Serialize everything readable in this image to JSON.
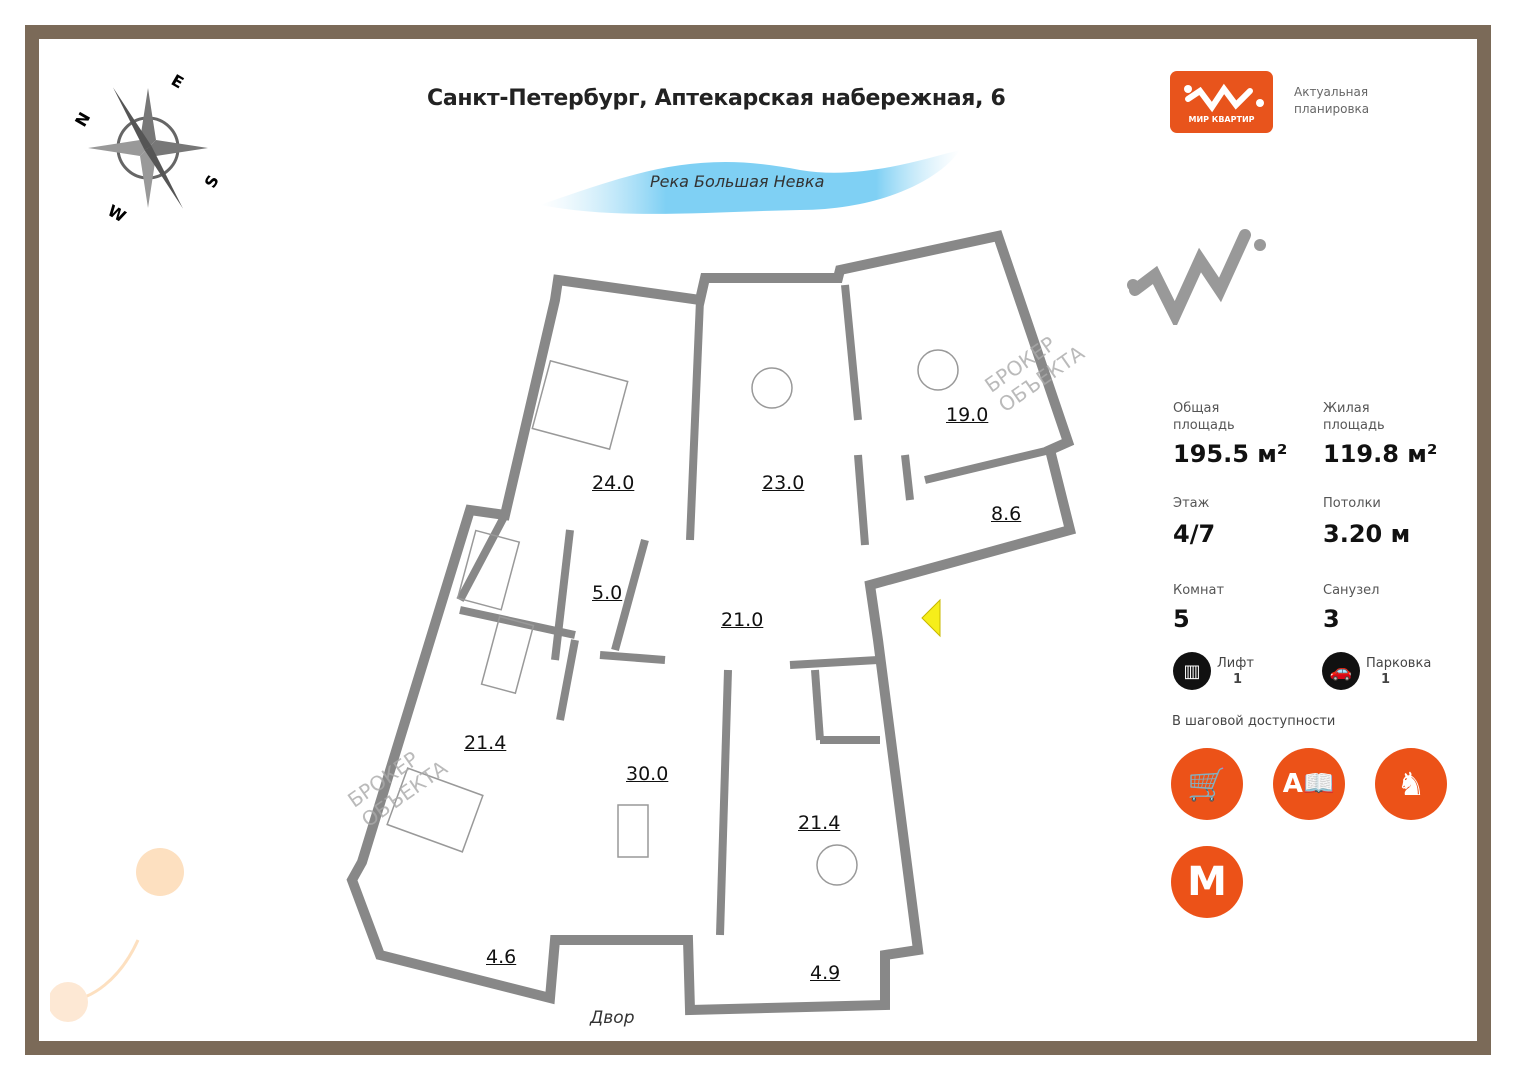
{
  "title": "Санкт-Петербург, Аптекарская набережная, 6",
  "river": "Река Большая Невка",
  "yard": "Двор",
  "compass": {
    "n": "N",
    "e": "E",
    "s": "S",
    "w": "W"
  },
  "logo": {
    "text": "МИР КВАРТИР",
    "subtitle_line1": "Актуальная",
    "subtitle_line2": "планировка",
    "color": "#e8541c"
  },
  "watermark": {
    "line1": "БРОКЕР",
    "line2": "ОБЪЕКТА"
  },
  "rooms": [
    "24.0",
    "23.0",
    "19.0",
    "8.6",
    "5.0",
    "21.0",
    "21.4",
    "30.0",
    "21.4",
    "4.6",
    "4.9"
  ],
  "stats": {
    "total_area_label": "Общая площадь",
    "total_area": "195.5 м²",
    "living_area_label": "Жилая площадь",
    "living_area": "119.8 м²",
    "floor_label": "Этаж",
    "floor": "4/7",
    "ceiling_label": "Потолки",
    "ceiling": "3.20 м",
    "rooms_label": "Комнат",
    "rooms": "5",
    "bathroom_label": "Санузел",
    "bathroom": "3",
    "lift_label": "Лифт",
    "lift": "1",
    "parking_label": "Парковка",
    "parking": "1"
  },
  "walking_distance_label": "В шаговой доступности",
  "poi_icons": [
    "shopping-cart-icon",
    "school-icon",
    "kindergarten-icon",
    "metro-icon"
  ]
}
